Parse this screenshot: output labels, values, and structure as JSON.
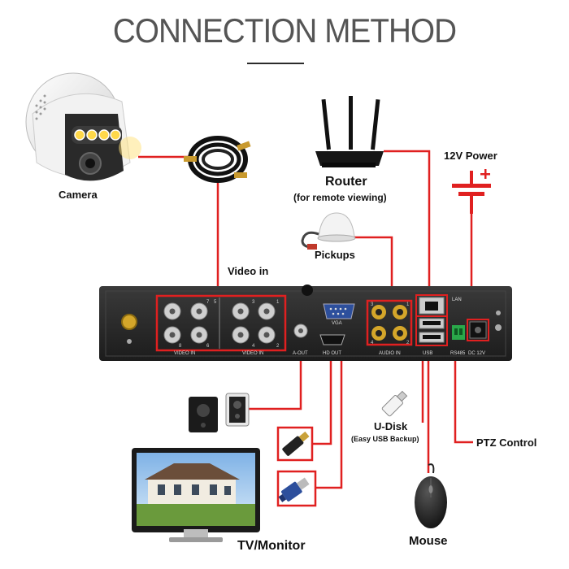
{
  "title": "CONNECTION METHOD",
  "labels": {
    "camera": "Camera",
    "router": "Router",
    "router_sub": "(for remote viewing)",
    "power": "12V Power",
    "pickups": "Pickups",
    "video_in": "Video in",
    "udisk": "U-Disk",
    "udisk_sub": "(Easy USB Backup)",
    "ptz": "PTZ Control",
    "tv": "TV/Monitor",
    "mouse": "Mouse"
  },
  "panel_text": {
    "video_in_left": "VIDEO IN",
    "video_in_right": "VIDEO IN",
    "a_out": "A-OUT",
    "hd_out": "HD OUT",
    "vga": "VGA",
    "audio_in": "AUDIO IN",
    "lan": "LAN",
    "usb": "USB",
    "rs485": "RS485",
    "dc12v": "DC 12V",
    "ch_top": [
      "7",
      "5",
      "3",
      "1"
    ],
    "ch_bottom": [
      "8",
      "6",
      "4",
      "2"
    ],
    "audio_top": [
      "3",
      "1"
    ],
    "audio_bottom": [
      "4",
      "2"
    ]
  },
  "colors": {
    "accent": "#e02020",
    "title": "#555555",
    "panel": "#2b2b2b"
  },
  "icons": [
    "dome-camera-icon",
    "coax-cable-icon",
    "router-icon",
    "power-icon",
    "microphone-icon",
    "speaker-icon",
    "hdmi-plug-icon",
    "vga-plug-icon",
    "usb-drive-icon",
    "mouse-icon",
    "monitor-icon"
  ]
}
